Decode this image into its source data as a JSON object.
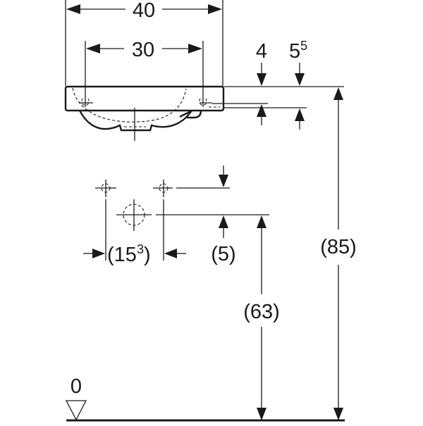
{
  "drawing": {
    "title": "Washbasin installation dimensions",
    "colors": {
      "ink": "#1a1a1a",
      "background": "#ffffff"
    },
    "dimensions": {
      "overall_width": {
        "value": "40"
      },
      "tap_hole_spacing": {
        "value": "30"
      },
      "rim_thickness_front": {
        "value": "4"
      },
      "rim_thickness_back": {
        "base": "5",
        "sup": "5"
      },
      "supply_spacing": {
        "open": "(",
        "base": "15",
        "sup": "3",
        "close": ")"
      },
      "supply_offset": {
        "value": "(5)"
      },
      "waste_height": {
        "value": "(63)"
      },
      "rim_height": {
        "value": "(85)"
      },
      "floor_level": {
        "value": "0"
      }
    }
  }
}
